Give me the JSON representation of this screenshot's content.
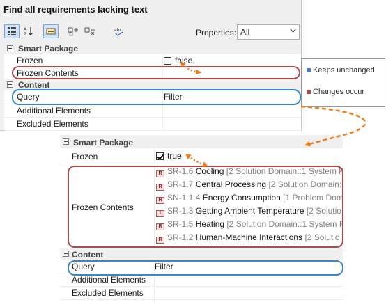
{
  "title": "Find all requirements lacking text",
  "toolbar": {
    "properties_label": "Properties:",
    "properties_value": "All"
  },
  "panel_top": {
    "categories": {
      "smart_package": "Smart Package",
      "content": "Content"
    },
    "rows": {
      "frozen_label": "Frozen",
      "frozen_value": "false",
      "frozen_contents_label": "Frozen Contents",
      "query_label": "Query",
      "query_value": "Filter",
      "additional_label": "Additional Elements",
      "excluded_label": "Excluded Elements"
    }
  },
  "panel_bottom": {
    "categories": {
      "smart_package": "Smart Package",
      "content": "Content"
    },
    "rows": {
      "frozen_label": "Frozen",
      "frozen_value": "true",
      "frozen_contents_label": "Frozen Contents",
      "query_label": "Query",
      "query_value": "Filter",
      "additional_label": "Additional Elements",
      "excluded_label": "Excluded Elements"
    },
    "frozen_contents": [
      {
        "icon": "R",
        "id": "SR-1.6",
        "name": "Cooling",
        "rest": "[2 Solution Domain::1 System R"
      },
      {
        "icon": "R",
        "id": "SR-1.7",
        "name": "Central Processing",
        "rest": "[2 Solution Domain::"
      },
      {
        "icon": "R",
        "id": "SN-1.1.4",
        "name": "Energy Consumption",
        "rest": "[1 Problem Dom"
      },
      {
        "icon": "I",
        "id": "SR-1.3",
        "name": "Getting Ambient Temperature",
        "rest": "[2 Solutio"
      },
      {
        "icon": "R",
        "id": "SR-1.5",
        "name": "Heating",
        "rest": "[2 Solution Domain::1 System R"
      },
      {
        "icon": "R",
        "id": "SR-1.2",
        "name": "Human-Machine Interactions",
        "rest": "[2 Solutio"
      }
    ]
  },
  "legend": {
    "items": [
      {
        "label": "Keeps unchanged",
        "color": "#4a7fbf"
      },
      {
        "label": "Changes occur",
        "color": "#b04848"
      }
    ]
  },
  "colors": {
    "highlight_red": "#b04848",
    "highlight_blue": "#3a86c8",
    "arrow_orange": "#f07c1e"
  }
}
